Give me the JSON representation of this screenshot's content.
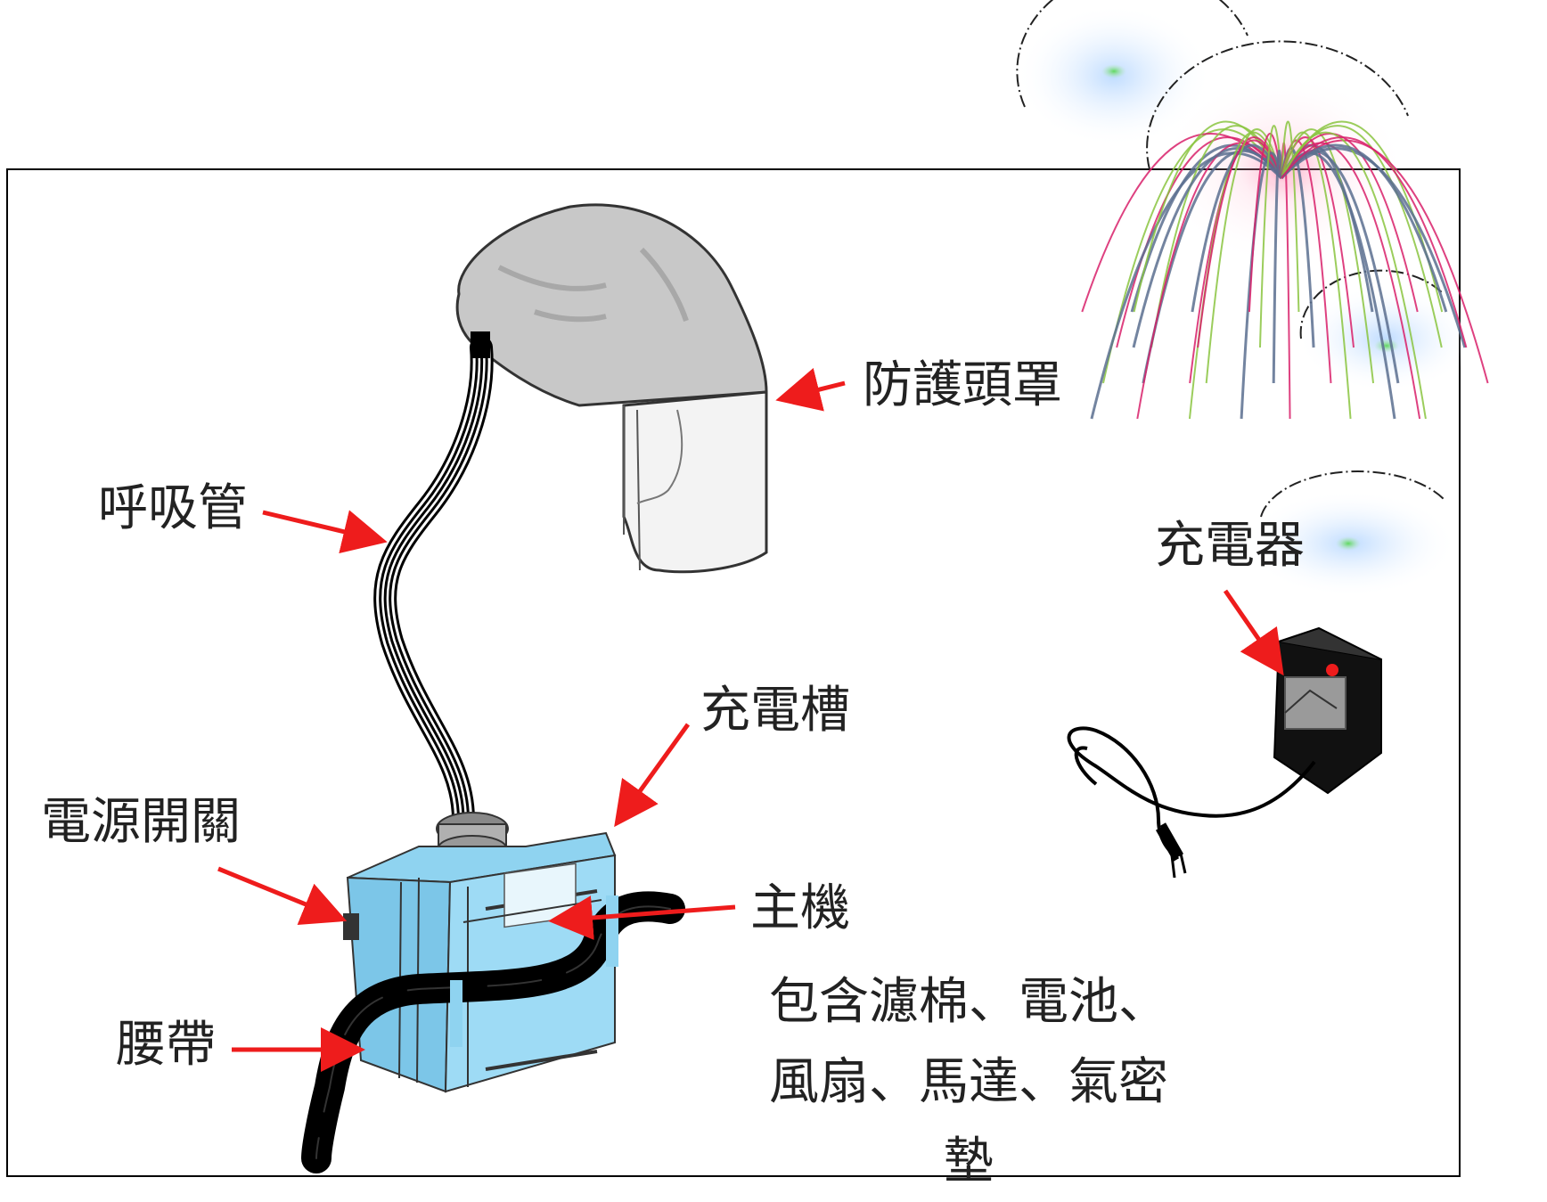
{
  "labels": {
    "hood": "防護頭罩",
    "breathing_tube": "呼吸管",
    "charging_slot": "充電槽",
    "power_switch": "電源開關",
    "main_unit": "主機",
    "belt": "腰帶",
    "charger": "充電器"
  },
  "main_unit_contents": {
    "line1": "包含濾棉、電池、",
    "line2": "風扇、馬達、氣密",
    "line3": "墊"
  },
  "colors": {
    "arrow": "#ee1c1c",
    "housing": "#8fd3f0",
    "hood": "#c8c8c8",
    "firework_pink": "#d8206a",
    "firework_green": "#8ac43f",
    "firework_blue": "#5a6f8f"
  },
  "icons": {
    "hood": "protective-hood-icon",
    "tube": "breathing-tube-icon",
    "unit": "blower-unit-icon",
    "charger": "charger-icon",
    "decoration": "firework-decoration"
  }
}
